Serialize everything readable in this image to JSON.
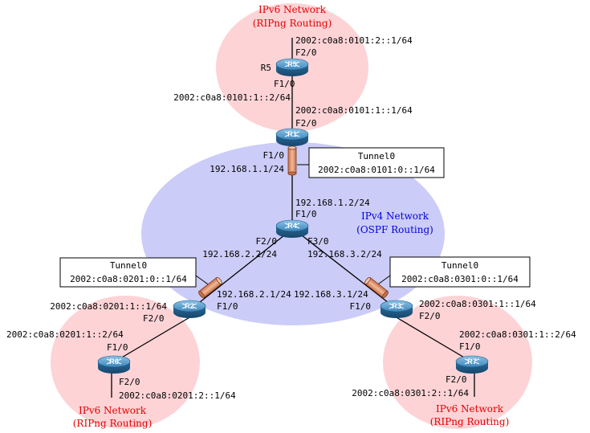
{
  "colors": {
    "ipv6_cloud": "#fdd3d6",
    "ipv4_cloud": "#ccccf8",
    "ipv6_text": "#e60000",
    "ipv4_text": "#0000e0",
    "router_dark": "#1e5a86",
    "router_light": "#5fa2cf",
    "tunnel_fill": "#e8a07a"
  },
  "clouds": {
    "top": {
      "line1": "IPv6 Network",
      "line2": "(RIPng Routing)"
    },
    "center": {
      "line1": "IPv4 Network",
      "line2": "(OSPF Routing)"
    },
    "left": {
      "line1": "IPv6 Network",
      "line2": "(RIPng Routing)"
    },
    "right": {
      "line1": "IPv6 Network",
      "line2": "(RIPng Routing)"
    }
  },
  "routers": {
    "r1": "R1",
    "r2": "R2",
    "r3": "R3",
    "r4": "R4",
    "r5": "R5",
    "r6": "R6",
    "r7": "R7"
  },
  "tunnels": {
    "t1": {
      "name": "Tunnel0",
      "addr": "2002:c0a8:0101:0::1/64"
    },
    "t2": {
      "name": "Tunnel0",
      "addr": "2002:c0a8:0201:0::1/64"
    },
    "t3": {
      "name": "Tunnel0",
      "addr": "2002:c0a8:0301:0::1/64"
    }
  },
  "labels": {
    "r5_lan_ip": "2002:c0a8:0101:2::1/64",
    "r5_f20": "F2/0",
    "r5_f10": "F1/0",
    "r5_f10_ip": "2002:c0a8:0101:1::2/64",
    "r1_f20_ip": "2002:c0a8:0101:1::1/64",
    "r1_f20": "F2/0",
    "r1_f10": "F1/0",
    "r1_f10_ip": "192.168.1.1/24",
    "r4_f10_ip": "192.168.1.2/24",
    "r4_f10": "F1/0",
    "r4_f20": "F2/0",
    "r4_f30": "F3/0",
    "r4_f20_ip": "192.168.2.2/24",
    "r4_f30_ip": "192.168.3.2/24",
    "r2_f10_ip": "192.168.2.1/24",
    "r2_f10": "F1/0",
    "r3_f10_ip": "192.168.3.1/24",
    "r3_f10": "F1/0",
    "r2_f20_ip": "2002:c0a8:0201:1::1/64",
    "r2_f20": "F2/0",
    "r6_f10_ip": "2002:c0a8:0201:1::2/64",
    "r6_f10": "F1/0",
    "r6_f20": "F2/0",
    "r6_f20_ip": "2002:c0a8:0201:2::1/64",
    "r3_f20_ip": "2002:c0a8:0301:1::1/64",
    "r3_f20": "F2/0",
    "r7_f10_ip": "2002:c0a8:0301:1::2/64",
    "r7_f10": "F1/0",
    "r7_f20": "F2/0",
    "r7_f20_ip": "2002:c0a8:0301:2::1/64"
  }
}
